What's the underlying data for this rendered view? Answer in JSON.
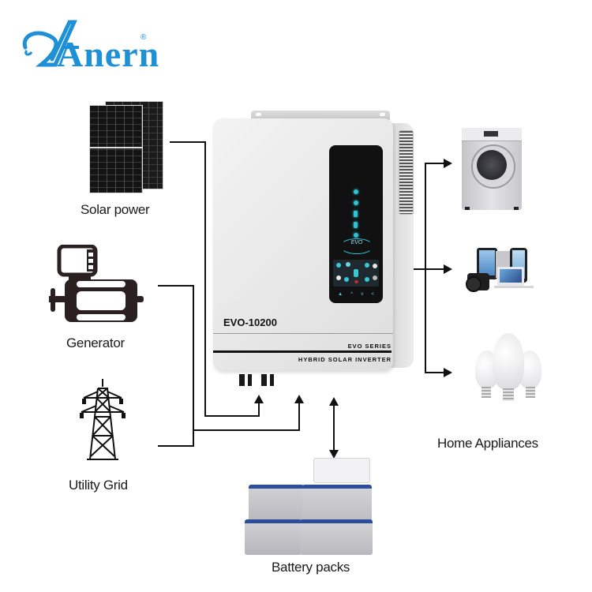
{
  "brand": {
    "name": "Anern",
    "trademark": "®",
    "color": "#1e90d6"
  },
  "inputs": [
    {
      "id": "solar",
      "label": "Solar power",
      "icon": "solar-panel-icon"
    },
    {
      "id": "generator",
      "label": "Generator",
      "icon": "generator-icon"
    },
    {
      "id": "grid",
      "label": "Utility Grid",
      "icon": "transmission-tower-icon"
    }
  ],
  "inverter": {
    "model": "EVO-10200",
    "series": "EVO SERIES",
    "type": "HYBRID SOLAR INVERTER",
    "panel_logo": "EVO",
    "indicator_color": "#2ec4d6",
    "indicators": [
      "wifi-icon",
      "sun-icon",
      "battery-icon",
      "person-icon",
      "hand-icon"
    ],
    "buttons": [
      "▲",
      "^",
      "v",
      "<"
    ]
  },
  "storage": {
    "label": "Battery packs",
    "icon": "battery-pack-icon"
  },
  "outputs": {
    "label": "Home Appliances",
    "items": [
      {
        "id": "washer",
        "icon": "washing-machine-icon"
      },
      {
        "id": "electronics",
        "icon": "electronics-icon"
      },
      {
        "id": "bulbs",
        "icon": "light-bulb-icon"
      }
    ]
  }
}
